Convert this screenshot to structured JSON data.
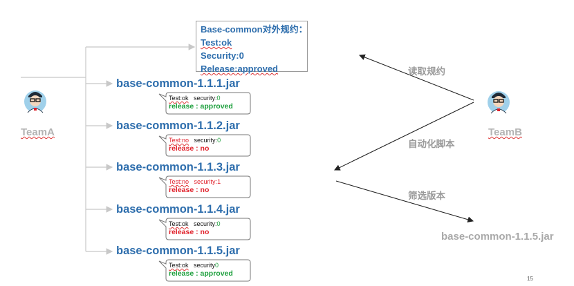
{
  "contract": {
    "title": "Base-common对外规约：",
    "test": "Test:ok",
    "security": "Security:0",
    "release": "Release:approved"
  },
  "team_a": {
    "label": "TeamA"
  },
  "team_b": {
    "label": "TeamB"
  },
  "arrows": {
    "read": "读取规约",
    "script": "自动化脚本",
    "select": "筛选版本"
  },
  "jars": [
    {
      "name": "base-common-1.1.1.jar",
      "test": "Test:ok",
      "security_label": "security:",
      "security_value": "0",
      "release": "release : approved",
      "test_color": "#111111",
      "security_color": "#1a9e3a",
      "release_color": "#1a9e3a"
    },
    {
      "name": "base-common-1.1.2.jar",
      "test": "Test:no",
      "security_label": "security:",
      "security_value": "0",
      "release": "release : no",
      "test_color": "#e0202a",
      "security_color": "#1a9e3a",
      "release_color": "#e0202a"
    },
    {
      "name": "base-common-1.1.3.jar",
      "test": "Test:no",
      "security_label": "security:",
      "security_value": "1",
      "release": "release : no",
      "test_color": "#e0202a",
      "security_color": "#e0202a",
      "release_color": "#e0202a"
    },
    {
      "name": "base-common-1.1.4.jar",
      "test": "Test:ok",
      "security_label": "security:",
      "security_value": "0",
      "release": "release : no",
      "test_color": "#111111",
      "security_color": "#1a9e3a",
      "release_color": "#e0202a"
    },
    {
      "name": "base-common-1.1.5.jar",
      "test": "Test:ok",
      "security_label": "security",
      "security_value": "0",
      "release": "release : approved",
      "test_color": "#111111",
      "security_color": "#1a9e3a",
      "release_color": "#1a9e3a"
    }
  ],
  "selected_jar": "base-common-1.1.5.jar",
  "page_number": "15",
  "colors": {
    "jar_blue": "#2e6ead",
    "approved_green": "#1a9e3a",
    "reject_red": "#e0202a",
    "label_gray": "#9a9a9a"
  },
  "icons": {
    "team_avatar": "developer-avatar-icon"
  }
}
